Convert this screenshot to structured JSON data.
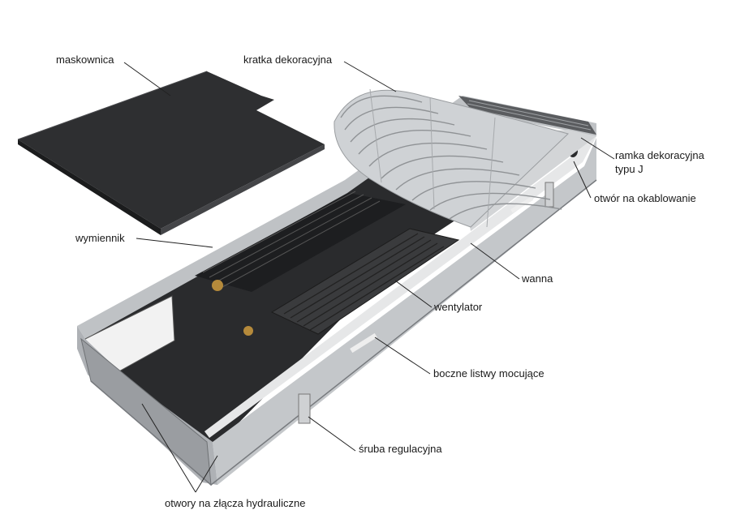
{
  "labels": {
    "maskownica": "maskownica",
    "kratka": "kratka dekoracyjna",
    "ramka_line1": "ramka dekoracyjna",
    "ramka_line2": "typu J",
    "otwor_kabel": "otwór na okablowanie",
    "wymiennik": "wymiennik",
    "wanna": "wanna",
    "wentylator": "wentylator",
    "listwy": "boczne listwy mocujące",
    "sruba": "śruba regulacyjna",
    "otwory": "otwory na złącza hydrauliczne"
  },
  "colors": {
    "cover": "#2e2f31",
    "cover_edge": "#1b1c1d",
    "trough_light": "#d7d9db",
    "trough_mid": "#b9bcbf",
    "trough_dark": "#8d9094",
    "interior": "#2a2b2d",
    "grille": "#c9cccf",
    "fan": "#3a3b3d",
    "leader": "#222222"
  }
}
